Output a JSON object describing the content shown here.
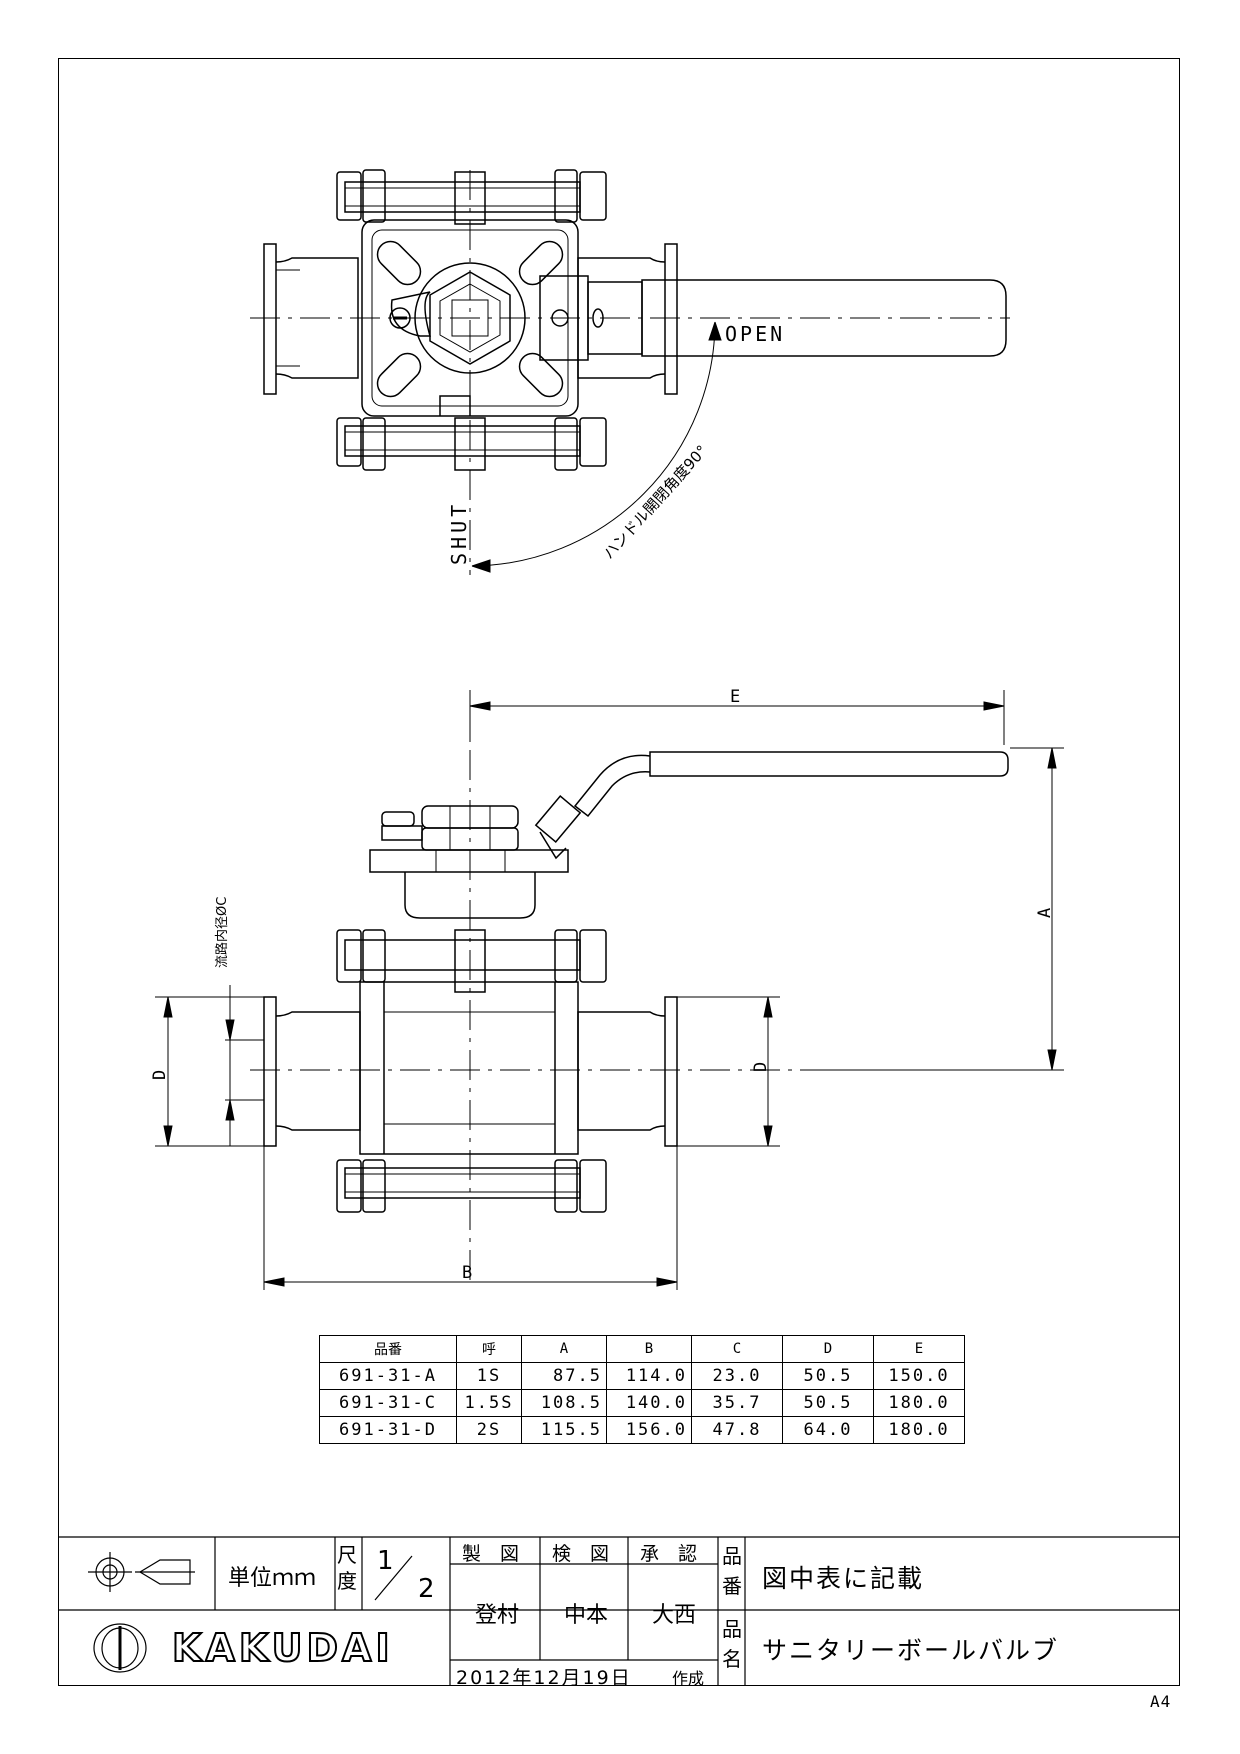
{
  "top_view": {
    "open_label": "OPEN",
    "shut_label": "SHUT",
    "handle_angle_label": "ハンドル開閉角度90°"
  },
  "side_view": {
    "dim_e": "E",
    "dim_a": "A",
    "dim_b": "B",
    "dim_d_left": "D",
    "dim_d_right": "D",
    "bore_label": "流路内径ØC"
  },
  "spec_table": {
    "headers": [
      "品番",
      "呼",
      "A",
      "B",
      "C",
      "D",
      "E"
    ],
    "rows": [
      [
        "691-31-A",
        "1S",
        "87.5",
        "114.0",
        "23.0",
        "50.5",
        "150.0"
      ],
      [
        "691-31-C",
        "1.5S",
        "108.5",
        "140.0",
        "35.7",
        "50.5",
        "180.0"
      ],
      [
        "691-31-D",
        "2S",
        "115.5",
        "156.0",
        "47.8",
        "64.0",
        "180.0"
      ]
    ]
  },
  "title_block": {
    "unit": "単位ｍｍ",
    "scale_label": "尺度",
    "scale_num": "1",
    "scale_den": "2",
    "made_label": "製　図",
    "check_label": "検　図",
    "approve_label": "承　認",
    "made_by": "登村",
    "checked_by": "中本",
    "approved_by": "大西",
    "part_no_label": "品番",
    "part_no_value": "図中表に記載",
    "name_label": "品名",
    "name_value": "サニタリーボールバルブ",
    "date": "2012年12月19日",
    "created_label": "作成",
    "brand": "KAKUDAI"
  },
  "sheet_size": "A4"
}
